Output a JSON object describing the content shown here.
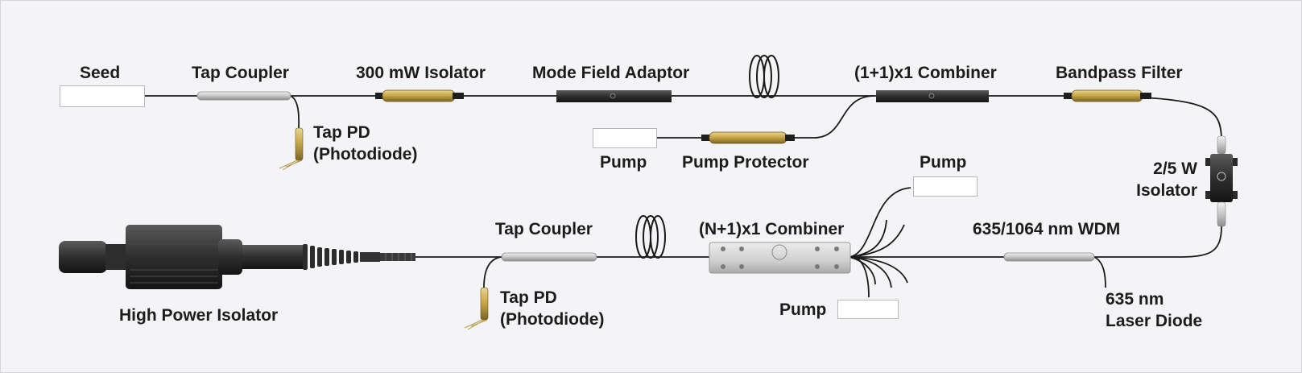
{
  "diagram": {
    "colors": {
      "background": "#f4f4f6",
      "fiber": "#1a1a1a",
      "brass": "#c9a84a",
      "metal": "#cfcfcf",
      "housing": "#2f2f2f",
      "label": "#1c1c1c"
    },
    "top_row": {
      "seed": "Seed",
      "tap_coupler": "Tap Coupler",
      "isolator_300mw": "300 mW Isolator",
      "mode_field_adaptor": "Mode Field Adaptor",
      "combiner_1_1": "(1+1)x1 Combiner",
      "bandpass_filter": "Bandpass Filter",
      "tap_pd": [
        "Tap PD",
        "(Photodiode)"
      ],
      "pump": "Pump",
      "pump_protector": "Pump Protector"
    },
    "right_side": {
      "isolator_2_5w": [
        "2/5 W",
        "Isolator"
      ]
    },
    "bottom_row": {
      "high_power_isolator": "High Power Isolator",
      "tap_coupler": "Tap Coupler",
      "tap_pd": [
        "Tap PD",
        "(Photodiode)"
      ],
      "combiner_n_1": "(N+1)x1 Combiner",
      "pump_top": "Pump",
      "pump_bottom": "Pump",
      "wdm": "635/1064 nm WDM",
      "laser_diode": [
        "635 nm",
        "Laser Diode"
      ]
    }
  }
}
